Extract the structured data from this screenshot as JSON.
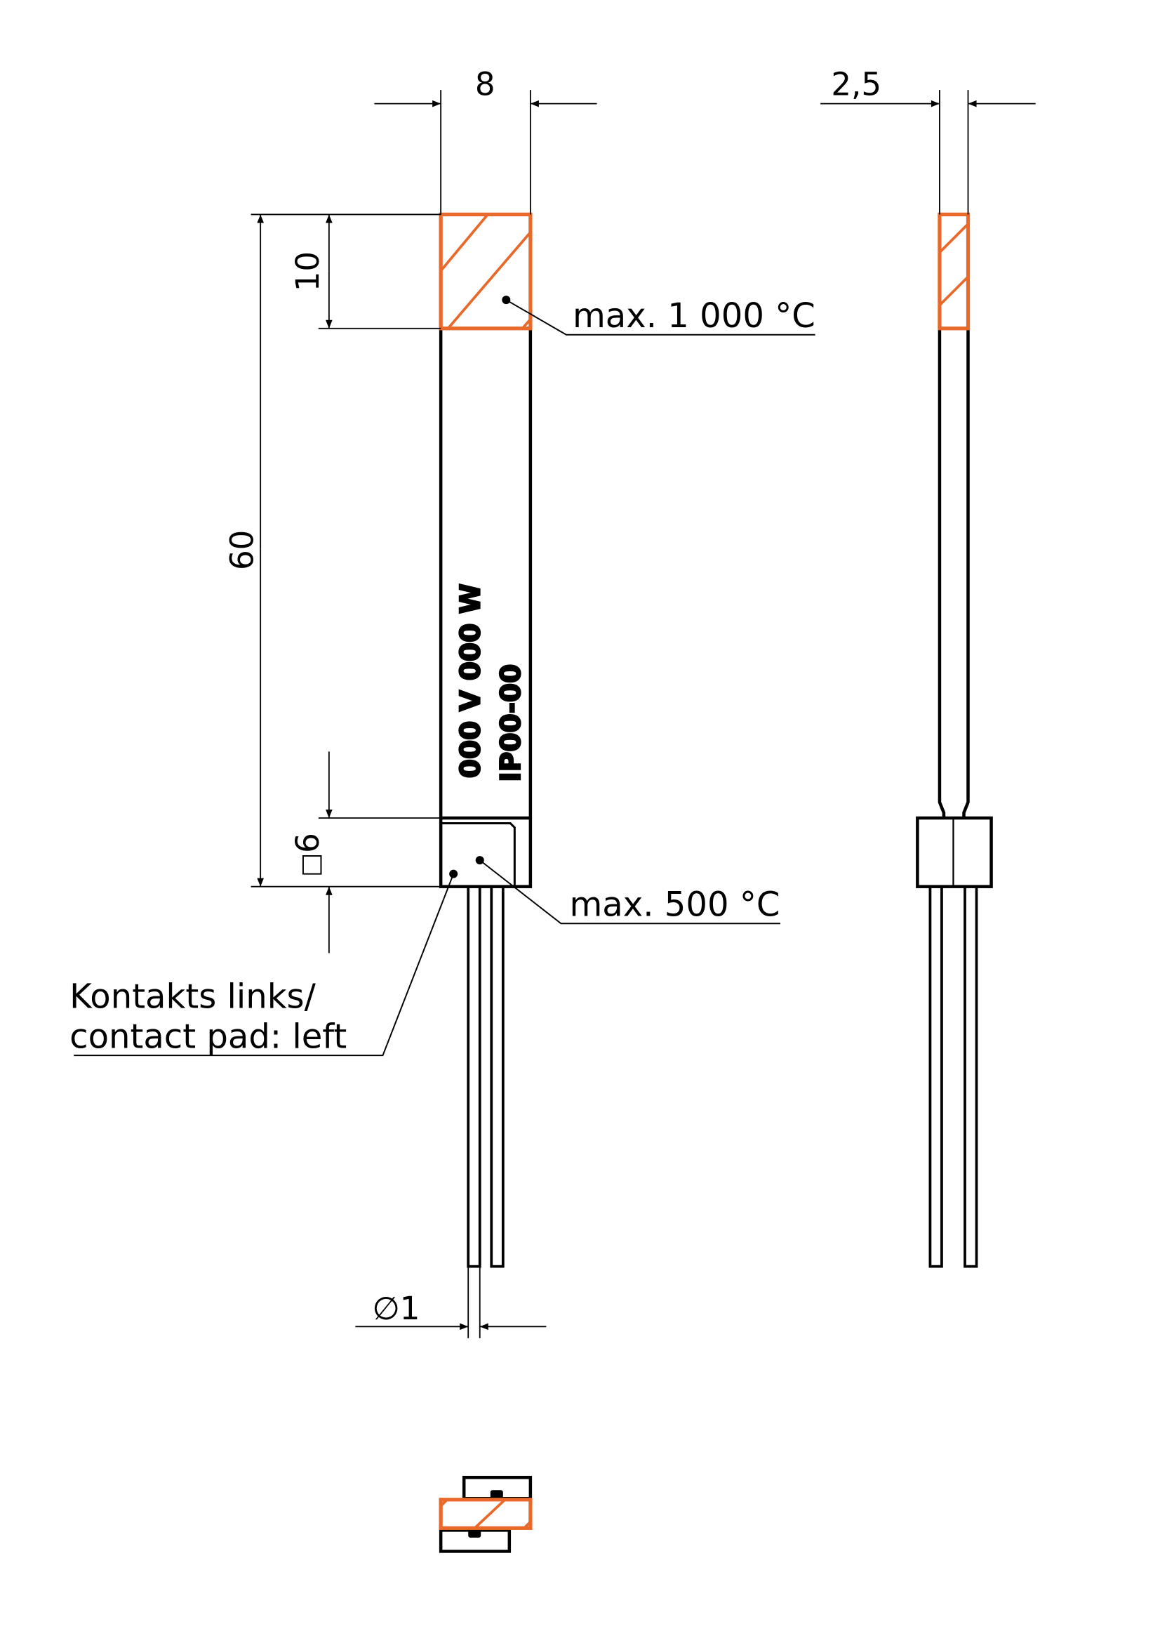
{
  "dimensions": {
    "width": "8",
    "thickness": "2,5",
    "hot_zone_length": "10",
    "total_length": "60",
    "contact_square": "6",
    "contact_square_symbol": "□",
    "lead_diameter": "1",
    "diameter_symbol": "∅"
  },
  "annotations": {
    "hot_zone_temp": "max. 1 000 °C",
    "contact_temp": "max. 500 °C",
    "contact_pad_line1": "Kontakts links/",
    "contact_pad_line2": "contact pad: left"
  },
  "marking": {
    "line1": "000 V  000 W",
    "line2": "IP00-00"
  },
  "colors": {
    "hot_zone": "#e8692a",
    "line": "#000000"
  }
}
